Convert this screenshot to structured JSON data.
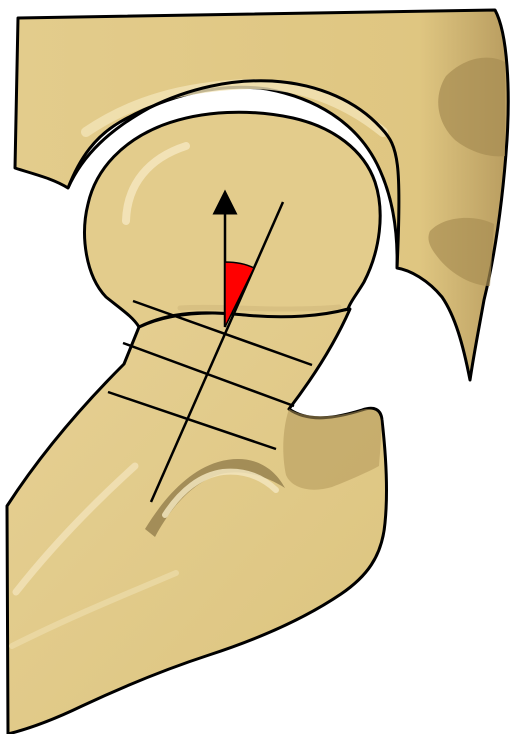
{
  "diagram": {
    "colors": {
      "bone": "#e3cc8c",
      "bone_shadow": "#a48a52",
      "bone_highlight": "#f1e2b5",
      "outline": "#000000",
      "angle_marker": "#ff0000",
      "background": "#ffffff"
    },
    "elements": {
      "acetabulum": "pelvis-acetabulum",
      "femoral_head": "femoral-head",
      "femoral_neck": "femoral-neck",
      "femoral_shaft": "proximal-femur",
      "neck_axis_line": "femoral-neck-axis-line",
      "vertical_reference_arrow": "vertical-reference-arrow",
      "transverse_lines": 3,
      "angle_marker": "red-angle-wedge"
    }
  }
}
